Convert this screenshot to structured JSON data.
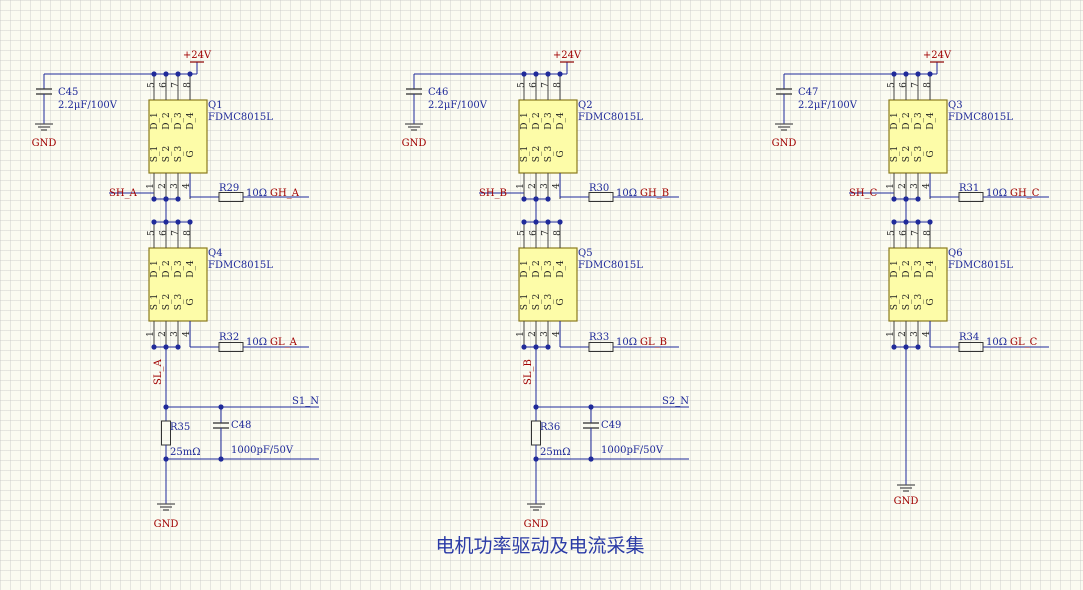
{
  "title": "电机功率驱动及电流采集",
  "power_net": "+24V",
  "ground_label": "GND",
  "mosfet_part": "FDMC8015L",
  "drain_pins": [
    "5",
    "6",
    "7",
    "8"
  ],
  "source_pins": [
    "1",
    "2",
    "3",
    "4"
  ],
  "drain_labels": [
    "D_1",
    "D_2",
    "D_3",
    "D_4"
  ],
  "source_labels": [
    "S_1",
    "S_2",
    "S_3",
    "G"
  ],
  "phases": [
    {
      "cap_ref": "C45",
      "cap_value": "2.2μF/100V",
      "high_ref": "Q1",
      "low_ref": "Q4",
      "sh_net": "SH_A",
      "gate_high_res": "R29",
      "gate_high_value": "10Ω",
      "gate_high_net": "GH_A",
      "gate_low_res": "R32",
      "gate_low_value": "10Ω",
      "gate_low_net": "GL_A",
      "sl_net": "SL_A",
      "shunt_ref": "R35",
      "shunt_value": "25mΩ",
      "filter_cap_ref": "C48",
      "filter_cap_value": "1000pF/50V",
      "sense_net": "S1_N"
    },
    {
      "cap_ref": "C46",
      "cap_value": "2.2μF/100V",
      "high_ref": "Q2",
      "low_ref": "Q5",
      "sh_net": "SH_B",
      "gate_high_res": "R30",
      "gate_high_value": "10Ω",
      "gate_high_net": "GH_B",
      "gate_low_res": "R33",
      "gate_low_value": "10Ω",
      "gate_low_net": "GL_B",
      "sl_net": "SL_B",
      "shunt_ref": "R36",
      "shunt_value": "25mΩ",
      "filter_cap_ref": "C49",
      "filter_cap_value": "1000pF/50V",
      "sense_net": "S2_N"
    },
    {
      "cap_ref": "C47",
      "cap_value": "2.2μF/100V",
      "high_ref": "Q3",
      "low_ref": "Q6",
      "sh_net": "SH_C",
      "gate_high_res": "R31",
      "gate_high_value": "10Ω",
      "gate_high_net": "GH_C",
      "gate_low_res": "R34",
      "gate_low_value": "10Ω",
      "gate_low_net": "GL_C"
    }
  ]
}
